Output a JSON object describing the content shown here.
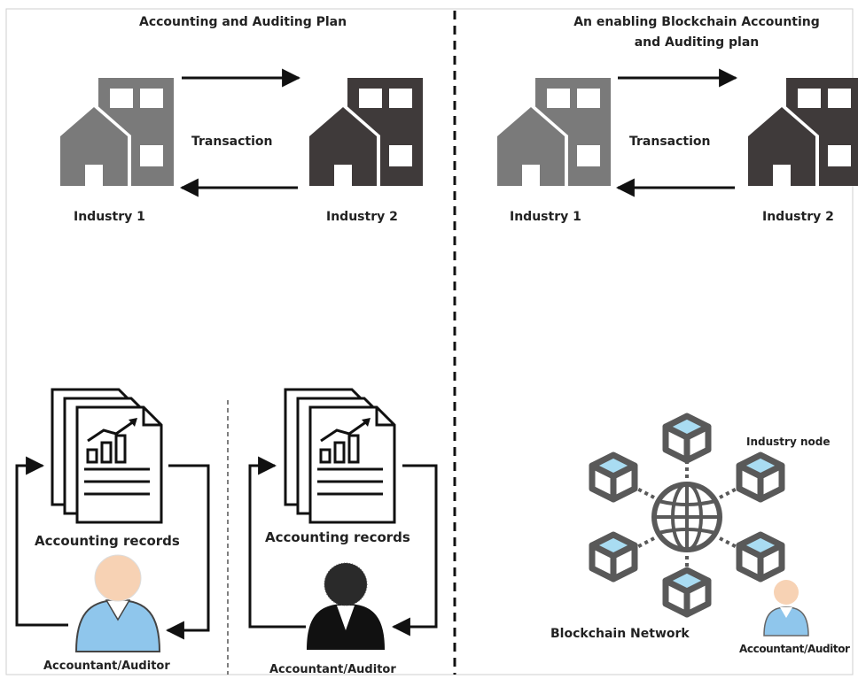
{
  "left_panel": {
    "title": "Accounting and Auditing Plan",
    "transaction_label": "Transaction",
    "industry_1": "Industry 1",
    "industry_2": "Industry 2",
    "sub_left": {
      "records_label": "Accounting records",
      "auditor_label": "Accountant/Auditor"
    },
    "sub_right": {
      "records_label": "Accounting records",
      "auditor_label": "Accountant/Auditor"
    }
  },
  "right_panel": {
    "title_line1": "An enabling Blockchain Accounting",
    "title_line2": "and Auditing plan",
    "transaction_label": "Transaction",
    "industry_1": "Industry 1",
    "industry_2": "Industry 2",
    "node_label": "Industry node",
    "network_label": "Blockchain Network",
    "auditor_label": "Accountant/Auditor"
  },
  "colors": {
    "building_light": "#7a7a7a",
    "building_dark": "#3f3a3a",
    "node_face": "#a9dcf2",
    "node_border": "#595959",
    "auditor_shirt": "#8fc6ec",
    "auditor_skin": "#f7d2b4"
  }
}
